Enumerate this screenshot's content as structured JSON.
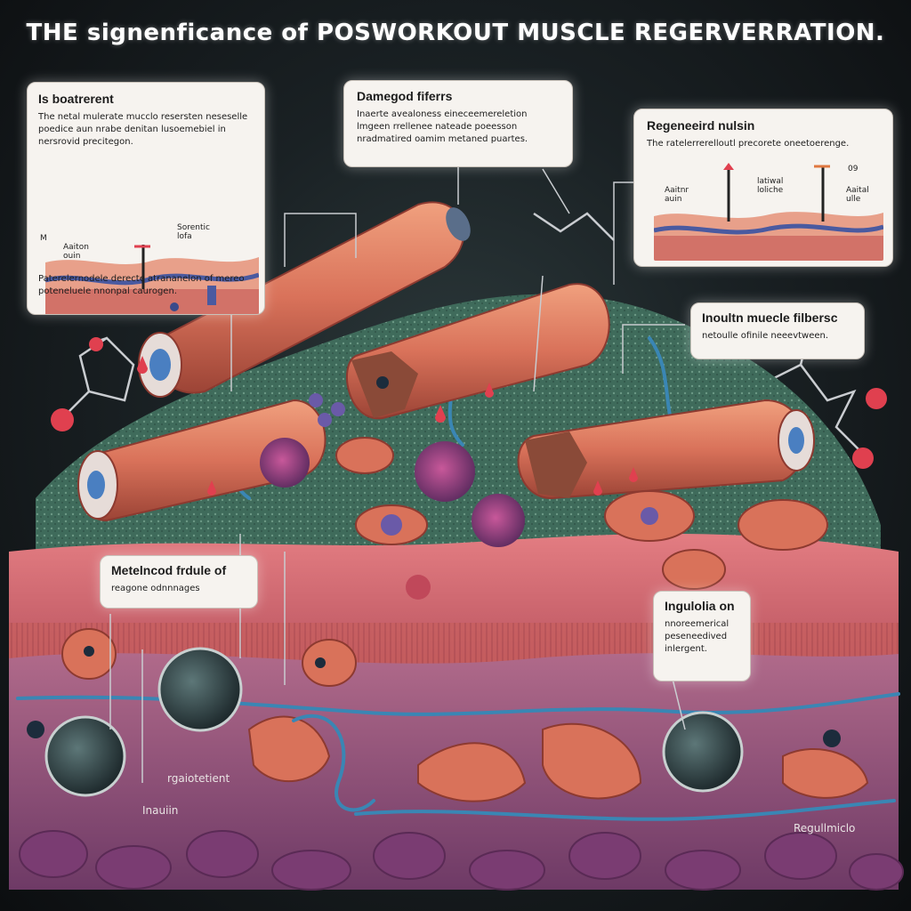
{
  "title": "THE signenficance of  POSWORKOUT MUSCLE REGERVERRATION.",
  "callouts": {
    "top_left": {
      "title": "Is boatrerent",
      "body": "The netal mulerate mucclo resersten neseselle poedice aun nrabe denitan lusoemebiel in nersrovid precitegon.",
      "footer": "Paterelernodele derecte atrananelon of mereo poteneluele nnonpal caurogen.",
      "labels": [
        "Aaiton ouin",
        "Sorentic lofa",
        "M"
      ]
    },
    "top_center": {
      "title": "Damegod fiferrs",
      "body": "Inaerte avealoness eineceemereletion lmgeen rrellenee nateade poeesson nradmatired oamim metaned puartes."
    },
    "top_right": {
      "title": "Regeneeird nulsin",
      "body": "The ratelerrerelloutl precorete oneetoerenge.",
      "labels": [
        "Aaitnr auin",
        "latiwal loliche",
        "Aaital ulle",
        "09"
      ]
    },
    "right_mid": {
      "title": "Inoultn muecle filbersc",
      "body": "netoulle ofinile neeevtween."
    },
    "left_mid": {
      "title": "Metelncod frdule of",
      "body": "reagone odnnnages"
    },
    "right_low": {
      "title": "Ingulolia on",
      "body": "nnoreemerical peseneedived inlergent."
    }
  },
  "floating_labels": {
    "insulin": "Inauiin",
    "regulation": "rgaiotetient",
    "regeneration": "Regullmiclo"
  },
  "colors": {
    "muscle": "#d9725a",
    "muscle_dark": "#a8483a",
    "tissue_pink": "#c9606a",
    "tissue_purple": "#8a4a7a",
    "green_matrix": "#3f6b5b",
    "vessel": "#3a86b4",
    "molecule_red": "#e0404f",
    "callout_bg": "#f6f3ef"
  },
  "icons": [
    "molecule-icon",
    "satellite-cell-icon",
    "blood-vessel-icon"
  ]
}
